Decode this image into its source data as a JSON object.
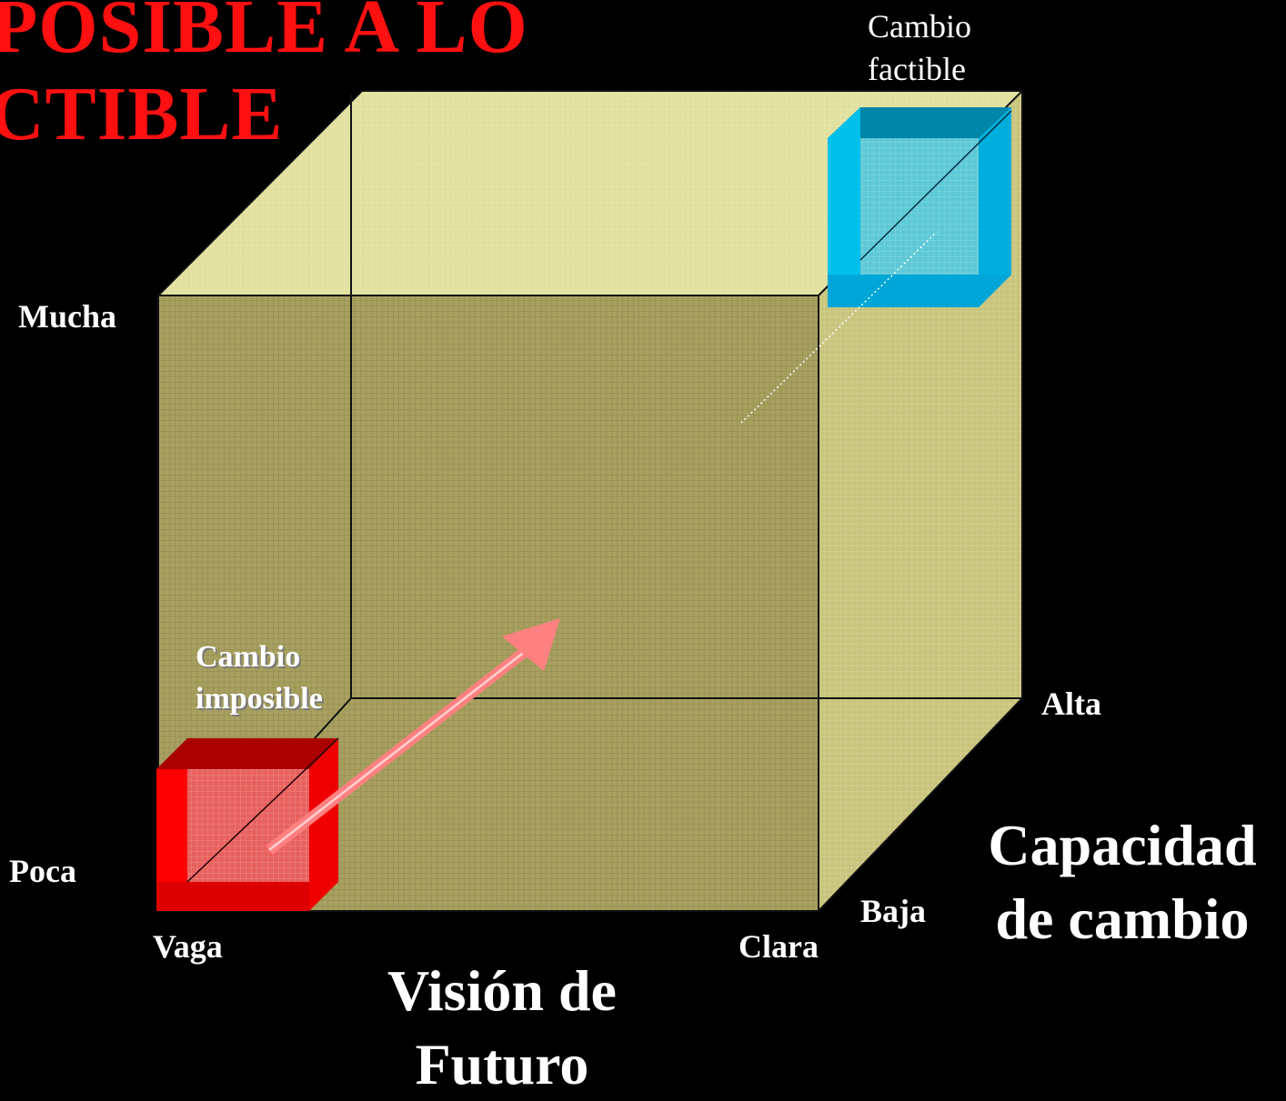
{
  "title": {
    "line1": "POSIBLE A LO",
    "line2": "CTIBLE"
  },
  "axes": {
    "vertical": {
      "high": "Mucha",
      "low": "Poca"
    },
    "horizontal": {
      "low": "Vaga",
      "high": "Clara",
      "name": "Visión de Futuro"
    },
    "depth": {
      "low": "Baja",
      "high": "Alta",
      "name": "Capacidad de cambio"
    }
  },
  "boxes": {
    "impossible": {
      "label": "Cambio imposible",
      "color": "#ff0000"
    },
    "feasible": {
      "label": "Cambio factible",
      "color": "#00b4e6"
    }
  },
  "colors": {
    "background": "#000000",
    "cube_top": "#e0e0a0",
    "cube_front": "#a8a060",
    "cube_side": "#c8c47e",
    "arrow": "#ff8080",
    "title": "#ff1010"
  }
}
